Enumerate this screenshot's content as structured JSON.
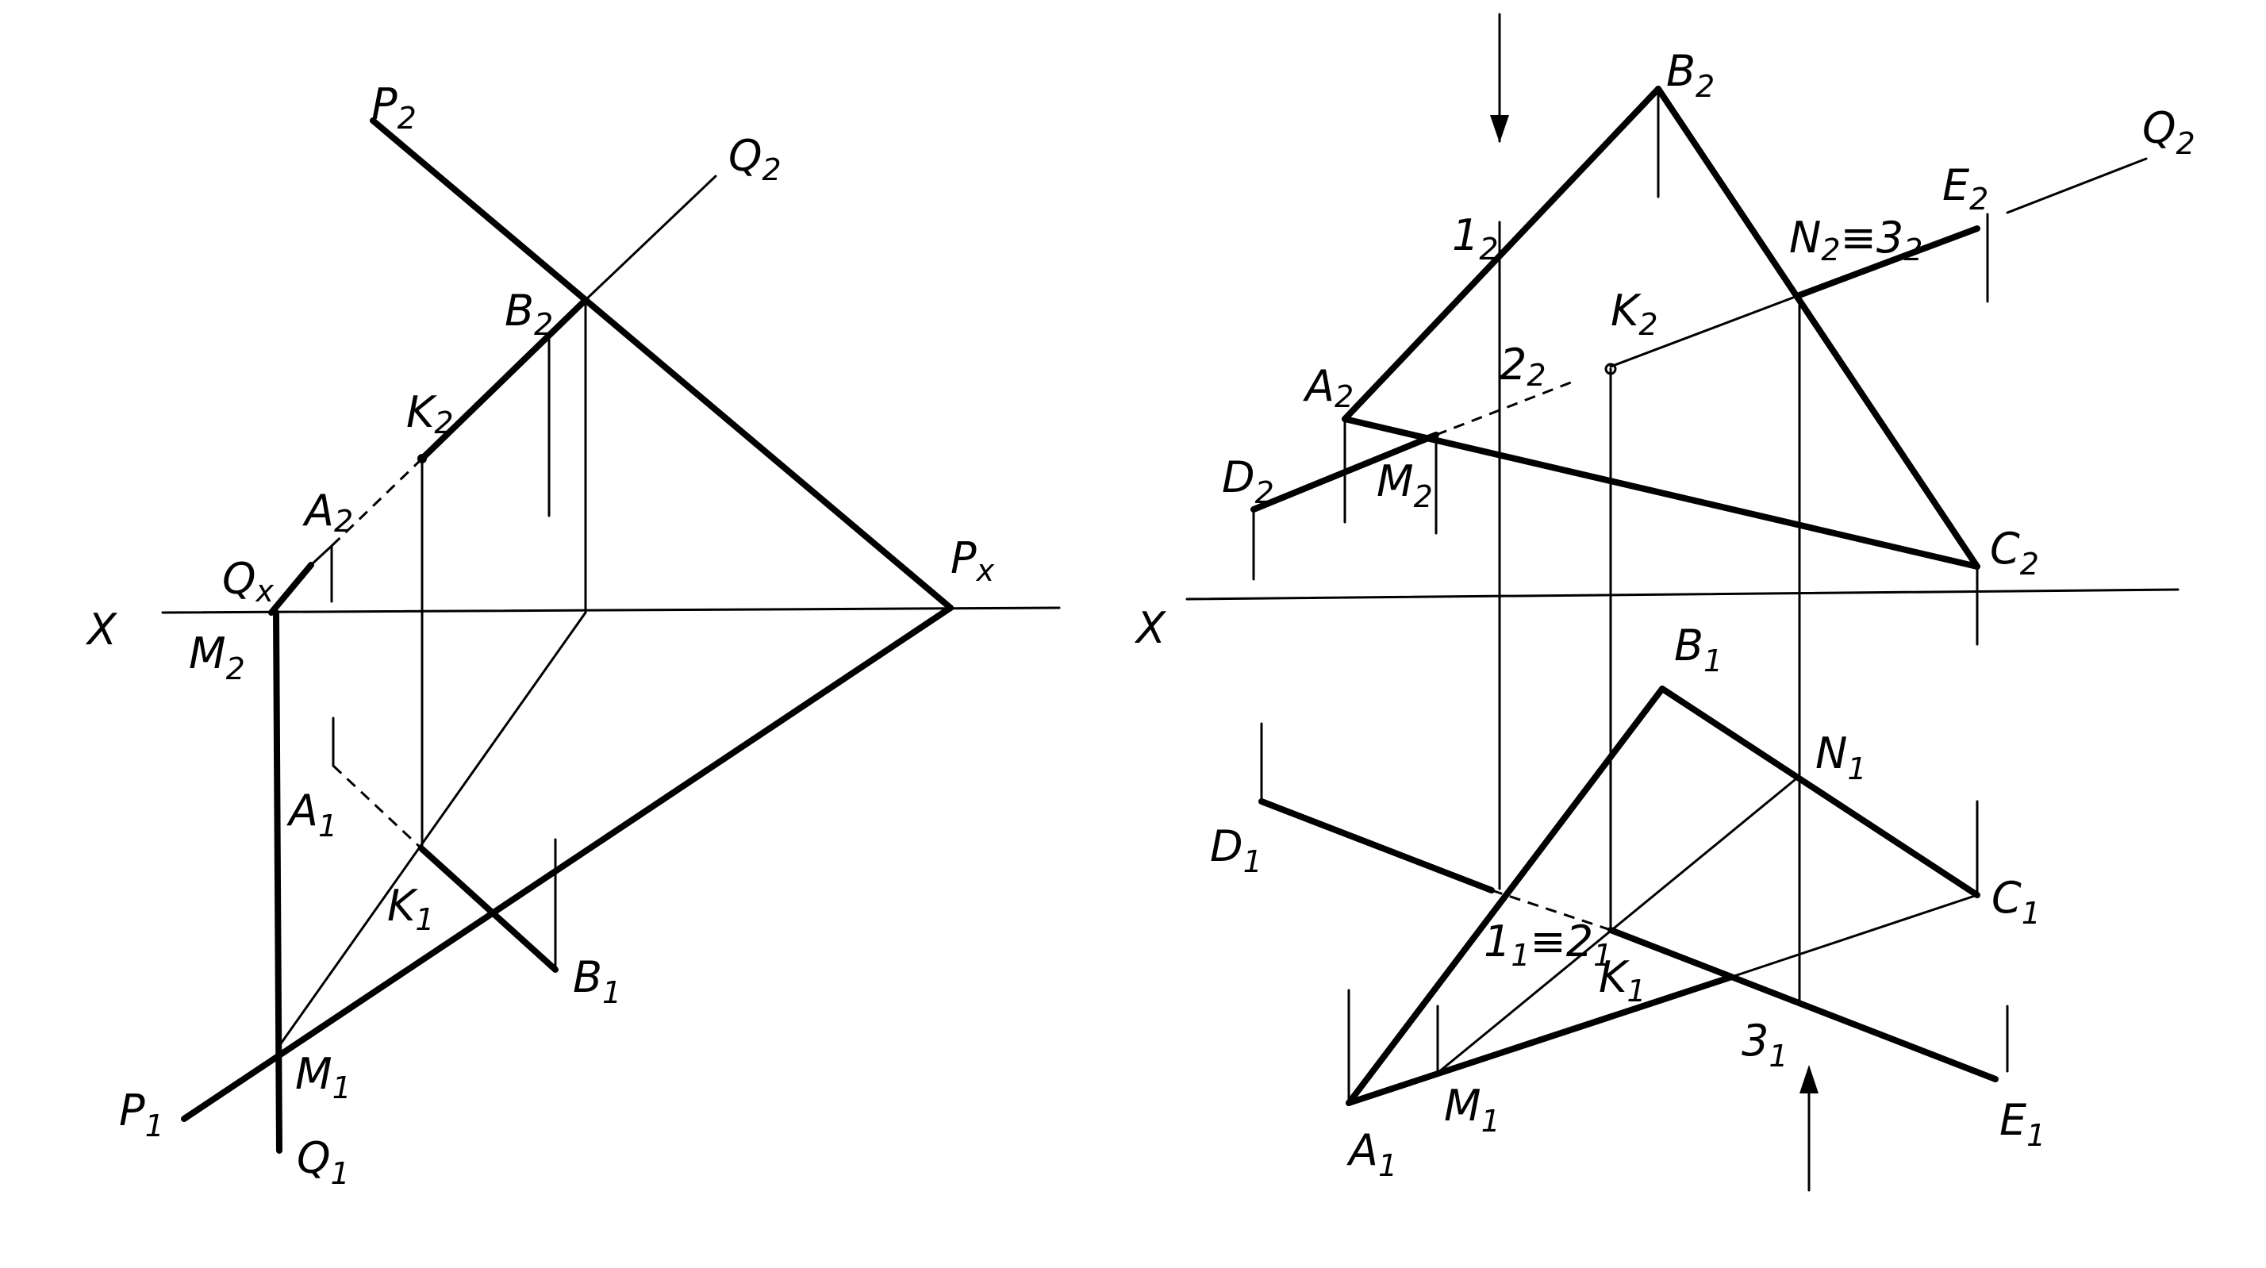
{
  "left_figure": {
    "labels": {
      "P2": {
        "main": "P",
        "sub": "2"
      },
      "Q2": {
        "main": "Q",
        "sub": "2"
      },
      "B2": {
        "main": "B",
        "sub": "2"
      },
      "K2": {
        "main": "K",
        "sub": "2"
      },
      "A2": {
        "main": "A",
        "sub": "2"
      },
      "Qx": {
        "main": "Q",
        "sub": "x"
      },
      "Px": {
        "main": "P",
        "sub": "x"
      },
      "X": {
        "main": "X",
        "sub": ""
      },
      "M2": {
        "main": "M",
        "sub": "2"
      },
      "A1": {
        "main": "A",
        "sub": "1"
      },
      "K1": {
        "main": "K",
        "sub": "1"
      },
      "B1": {
        "main": "B",
        "sub": "1"
      },
      "P1": {
        "main": "P",
        "sub": "1"
      },
      "M1": {
        "main": "M",
        "sub": "1"
      },
      "Q1": {
        "main": "Q",
        "sub": "1"
      }
    }
  },
  "right_figure": {
    "labels": {
      "B2": {
        "main": "B",
        "sub": "2"
      },
      "Q2": {
        "main": "Q",
        "sub": "2"
      },
      "I2": {
        "main": "1",
        "sub": "2"
      },
      "N2eq32": {
        "main": "N",
        "sub": "2",
        "extra": "≡3",
        "extra_sub": "2"
      },
      "E2": {
        "main": "E",
        "sub": "2"
      },
      "K2": {
        "main": "K",
        "sub": "2"
      },
      "A2": {
        "main": "A",
        "sub": "2"
      },
      "22": {
        "main": "2",
        "sub": "2"
      },
      "D2": {
        "main": "D",
        "sub": "2"
      },
      "M2": {
        "main": "M",
        "sub": "2"
      },
      "C2": {
        "main": "C",
        "sub": "2"
      },
      "X": {
        "main": "X",
        "sub": ""
      },
      "B1": {
        "main": "B",
        "sub": "1"
      },
      "N1": {
        "main": "N",
        "sub": "1"
      },
      "D1": {
        "main": "D",
        "sub": "1"
      },
      "C1": {
        "main": "C",
        "sub": "1"
      },
      "I1eq21": {
        "main": "1",
        "sub": "1",
        "extra": "≡2",
        "extra_sub": "1"
      },
      "K1": {
        "main": "K",
        "sub": "1"
      },
      "31": {
        "main": "3",
        "sub": "1"
      },
      "M1": {
        "main": "M",
        "sub": "1"
      },
      "A1": {
        "main": "A",
        "sub": "1"
      },
      "E1": {
        "main": "E",
        "sub": "1"
      }
    }
  }
}
